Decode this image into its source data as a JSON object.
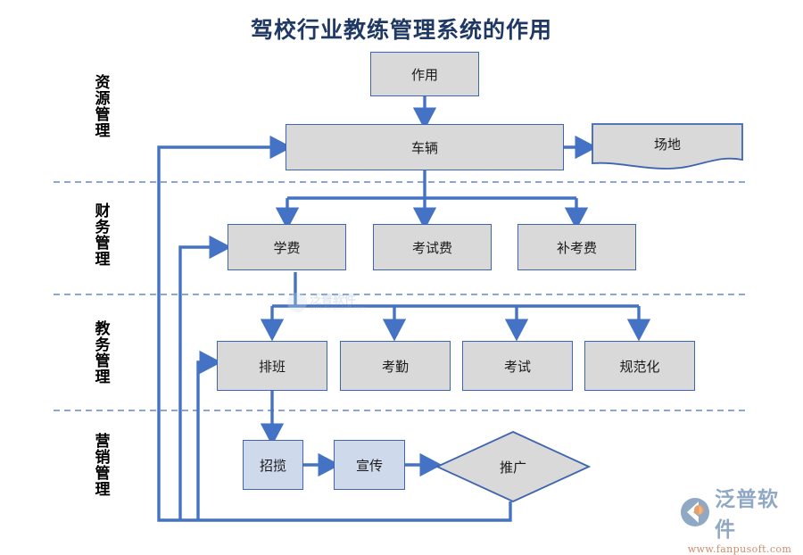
{
  "title": "驾校行业教练管理系统的作用",
  "colors": {
    "title": "#1f3864",
    "node_fill": "#d9d9d9",
    "node_fill_accent": "#ced9ec",
    "node_border": "#3f65b0",
    "connector": "#4472c4",
    "divider": "#4472c4",
    "logo_text": "#8fa8c4",
    "logo_url": "#c98e6e"
  },
  "bands": [
    {
      "id": "resource",
      "label": "资源管理"
    },
    {
      "id": "finance",
      "label": "财务管理"
    },
    {
      "id": "academic",
      "label": "教务管理"
    },
    {
      "id": "marketing",
      "label": "营销管理"
    }
  ],
  "nodes": {
    "role": {
      "label": "作用",
      "shape": "rect",
      "fill": "gray"
    },
    "vehicle": {
      "label": "车辆",
      "shape": "rect",
      "fill": "gray"
    },
    "venue": {
      "label": "场地",
      "shape": "document",
      "fill": "gray"
    },
    "tuition": {
      "label": "学费",
      "shape": "rect",
      "fill": "gray"
    },
    "exam_fee": {
      "label": "考试费",
      "shape": "rect",
      "fill": "gray"
    },
    "retake_fee": {
      "label": "补考费",
      "shape": "rect",
      "fill": "gray"
    },
    "schedule": {
      "label": "排班",
      "shape": "rect",
      "fill": "gray"
    },
    "attendance": {
      "label": "考勤",
      "shape": "rect",
      "fill": "gray"
    },
    "exam": {
      "label": "考试",
      "shape": "rect",
      "fill": "gray"
    },
    "standardize": {
      "label": "规范化",
      "shape": "rect",
      "fill": "gray"
    },
    "recruit": {
      "label": "招揽",
      "shape": "rect",
      "fill": "lightblue"
    },
    "publicize": {
      "label": "宣传",
      "shape": "rect",
      "fill": "lightblue"
    },
    "promote": {
      "label": "推广",
      "shape": "diamond",
      "fill": "gray"
    }
  },
  "flows": [
    {
      "from": "role",
      "to": "vehicle",
      "type": "arrow-down"
    },
    {
      "from": "vehicle",
      "to": "venue",
      "type": "arrow-right"
    },
    {
      "from": "vehicle",
      "to": "tuition",
      "type": "branch-down"
    },
    {
      "from": "vehicle",
      "to": "exam_fee",
      "type": "branch-down"
    },
    {
      "from": "vehicle",
      "to": "retake_fee",
      "type": "branch-down"
    },
    {
      "from": "tuition",
      "to": "schedule",
      "type": "branch-down"
    },
    {
      "from": "tuition",
      "to": "attendance",
      "type": "branch-down"
    },
    {
      "from": "tuition",
      "to": "exam",
      "type": "branch-down"
    },
    {
      "from": "tuition",
      "to": "standardize",
      "type": "branch-down"
    },
    {
      "from": "schedule",
      "to": "recruit",
      "type": "arrow-down"
    },
    {
      "from": "recruit",
      "to": "publicize",
      "type": "arrow-right"
    },
    {
      "from": "publicize",
      "to": "promote",
      "type": "arrow-right"
    },
    {
      "from": "promote",
      "to": "vehicle",
      "type": "feedback-loop"
    },
    {
      "from": "promote",
      "to": "tuition",
      "type": "feedback-loop"
    },
    {
      "from": "promote",
      "to": "schedule",
      "type": "feedback-loop"
    }
  ],
  "watermark": {
    "name": "泛普软件",
    "url": "www.fanpusoft.com"
  }
}
